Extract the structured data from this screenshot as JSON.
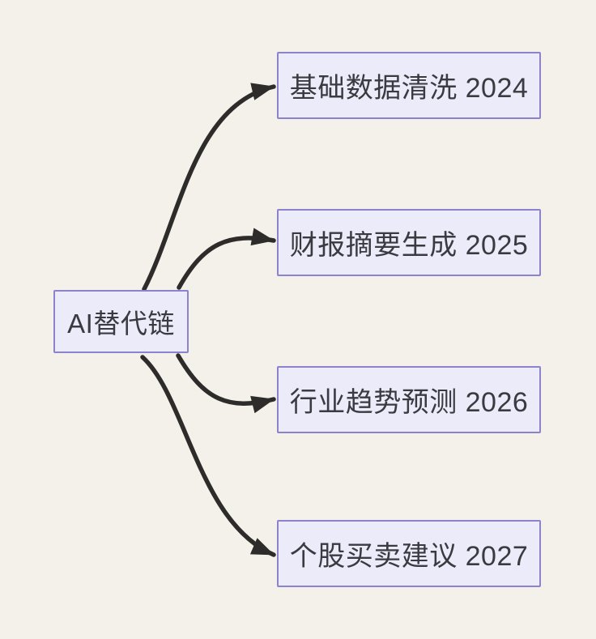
{
  "diagram": {
    "root": {
      "label": "AI替代链"
    },
    "children": [
      {
        "label": "基础数据清洗 2024"
      },
      {
        "label": "财报摘要生成 2025"
      },
      {
        "label": "行业趋势预测 2026"
      },
      {
        "label": "个股买卖建议 2027"
      }
    ]
  },
  "theme": {
    "canvas_bg": "#f3f1ea",
    "node_fill": "#ecebf9",
    "node_border": "#8d82cc",
    "node_text": "#3a3a40",
    "arrow_color": "#2d2c2a"
  }
}
